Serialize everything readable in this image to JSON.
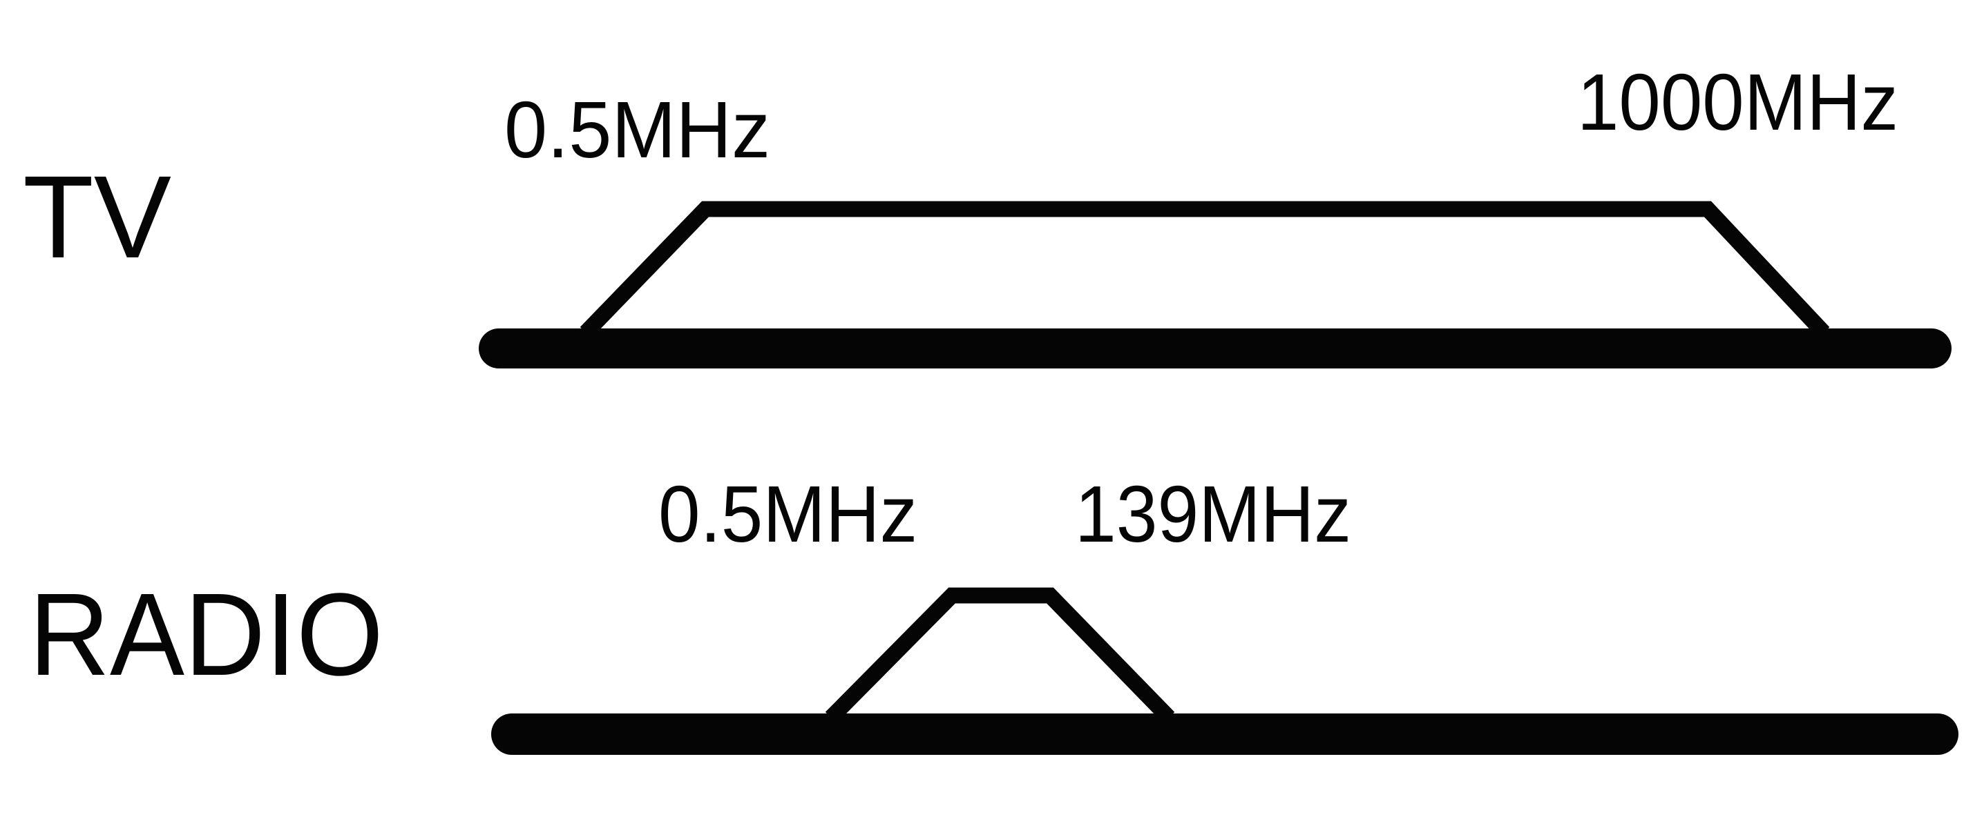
{
  "diagram": {
    "background": "#ffffff",
    "ink_color": "#050505",
    "rows": [
      {
        "name": "TV",
        "label": "TV",
        "band_start_label": "0.5MHz",
        "band_end_label": "1000MHz"
      },
      {
        "name": "RADIO",
        "label": "RADIO",
        "band_start_label": "0.5MHz",
        "band_end_label": "139MHz"
      }
    ]
  }
}
